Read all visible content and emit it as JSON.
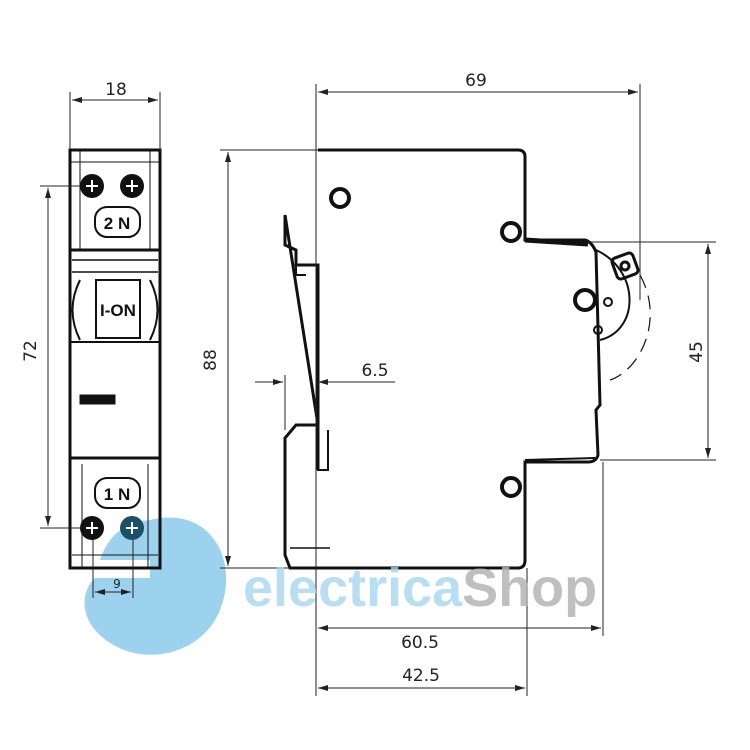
{
  "drawing": {
    "front_view": {
      "top_terminal_label": "2 N",
      "bottom_terminal_label": "1 N",
      "toggle_label": "I-ON"
    },
    "dimensions": {
      "width_front": "18",
      "height_terminals": "72",
      "terminal_spacing": "9",
      "depth_total": "69",
      "height_total": "88",
      "rail_offset": "6.5",
      "front_height": "45",
      "depth_to_front": "60.5",
      "depth_to_shoulder": "42.5"
    }
  },
  "watermark": {
    "text_part1": "electrica",
    "text_part2": "Shop",
    "color_part1": "#a9d6ee",
    "color_part2": "#b4b4b4",
    "logo_color": "#7cc3e8"
  }
}
